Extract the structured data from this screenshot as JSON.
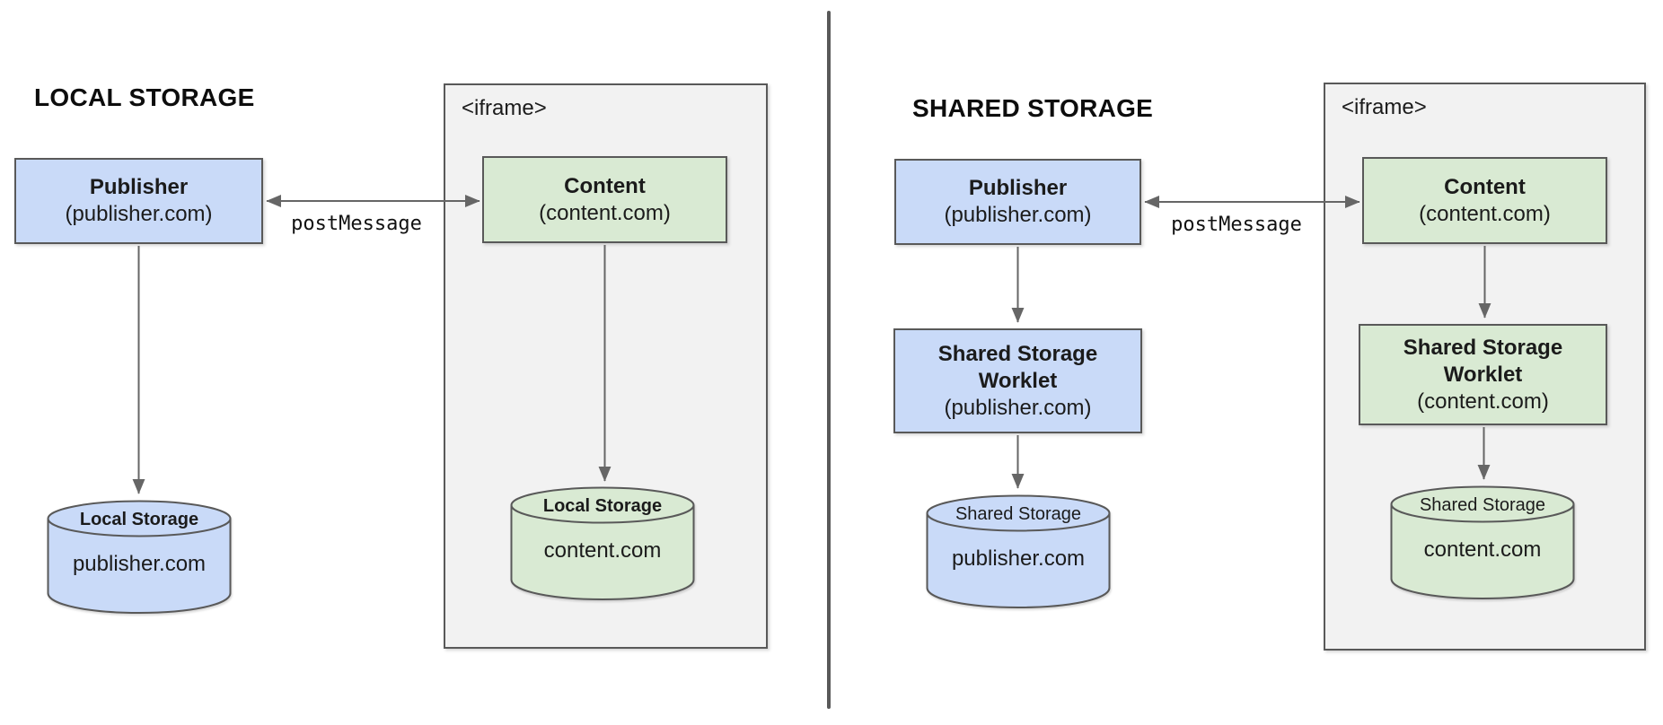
{
  "left": {
    "title": "LOCAL STORAGE",
    "iframe_label": "<iframe>",
    "post_message_label": "postMessage",
    "publisher": {
      "name": "Publisher",
      "domain": "(publisher.com)"
    },
    "content": {
      "name": "Content",
      "domain": "(content.com)"
    },
    "publisher_storage": {
      "label": "Local Storage",
      "domain": "publisher.com"
    },
    "content_storage": {
      "label": "Local Storage",
      "domain": "content.com"
    }
  },
  "right": {
    "title": "SHARED STORAGE",
    "iframe_label": "<iframe>",
    "post_message_label": "postMessage",
    "publisher": {
      "name": "Publisher",
      "domain": "(publisher.com)"
    },
    "content": {
      "name": "Content",
      "domain": "(content.com)"
    },
    "publisher_worklet": {
      "name": "Shared Storage Worklet",
      "domain": "(publisher.com)"
    },
    "content_worklet": {
      "name": "Shared Storage Worklet",
      "domain": "(content.com)"
    },
    "publisher_storage": {
      "label": "Shared Storage",
      "domain": "publisher.com"
    },
    "content_storage": {
      "label": "Shared Storage",
      "domain": "content.com"
    }
  },
  "colors": {
    "publisher_fill": "#c9daf8",
    "content_fill": "#d9ead3",
    "iframe_fill": "#f2f2f2",
    "node_stroke": "#595959",
    "arrow": "#666666",
    "divider": "#595959"
  }
}
